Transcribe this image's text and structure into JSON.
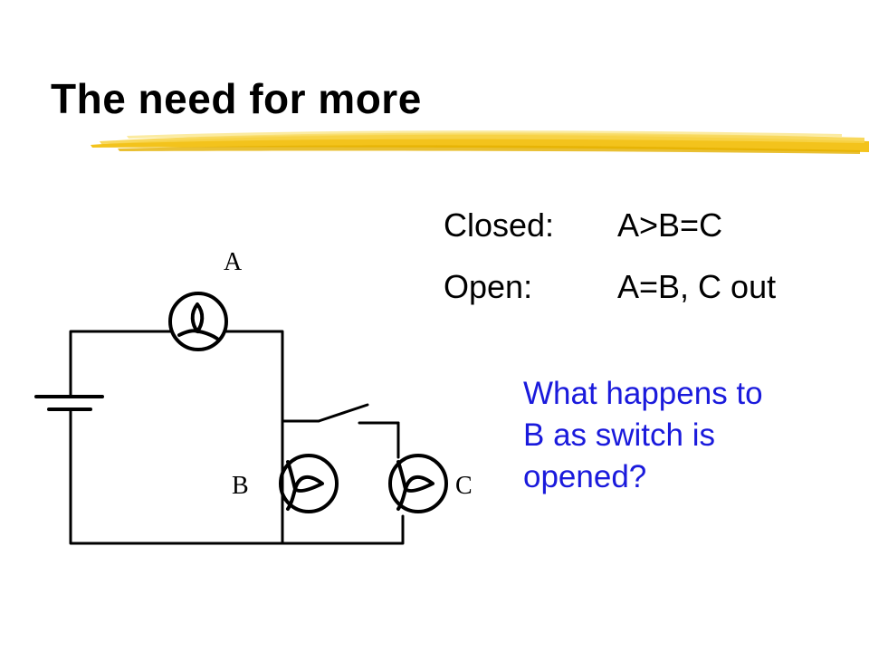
{
  "slide": {
    "title": "The need for more",
    "states": [
      {
        "label": "Closed:",
        "value": "A>B=C"
      },
      {
        "label": "Open:",
        "value": "A=B, C out"
      }
    ],
    "question_lines": [
      "What happens to",
      "B as switch is",
      "opened?"
    ],
    "colors": {
      "title": "#000000",
      "underline": "#f2c010",
      "question": "#1a1adc",
      "wire": "#000000"
    }
  },
  "circuit": {
    "bulbs": [
      {
        "label": "A"
      },
      {
        "label": "B"
      },
      {
        "label": "C"
      }
    ],
    "components": [
      "battery",
      "bulb-a",
      "bulb-b",
      "bulb-c",
      "switch"
    ]
  }
}
